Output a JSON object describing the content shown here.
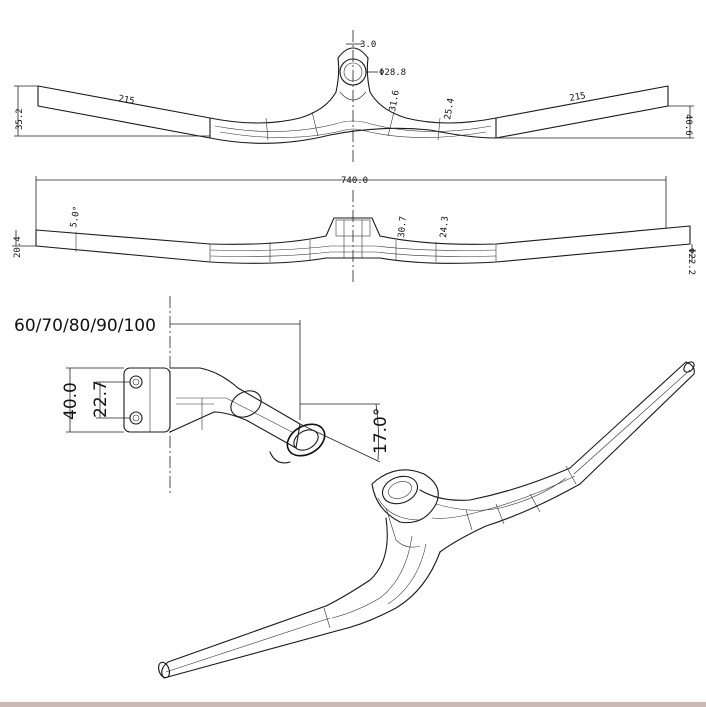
{
  "top_view": {
    "labels": {
      "tube_wall": "3.0",
      "clamp_dia": "Φ28.8",
      "bar_len_left": "215",
      "bar_len_right": "215",
      "height_left": "35.2",
      "height_right": "40.6",
      "sec_a": "31.6",
      "sec_b": "25.4"
    }
  },
  "front_view": {
    "labels": {
      "width": "740.0",
      "sweep": "5.0°",
      "end_left": "20.4",
      "sec_a": "30.7",
      "sec_b": "24.3",
      "end_right": "Φ22.2"
    }
  },
  "side_view": {
    "labels": {
      "stem_lengths": "60/70/80/90/100",
      "height_total": "40.0",
      "bolt_spacing": "22.7",
      "angle": "17.0°"
    }
  }
}
